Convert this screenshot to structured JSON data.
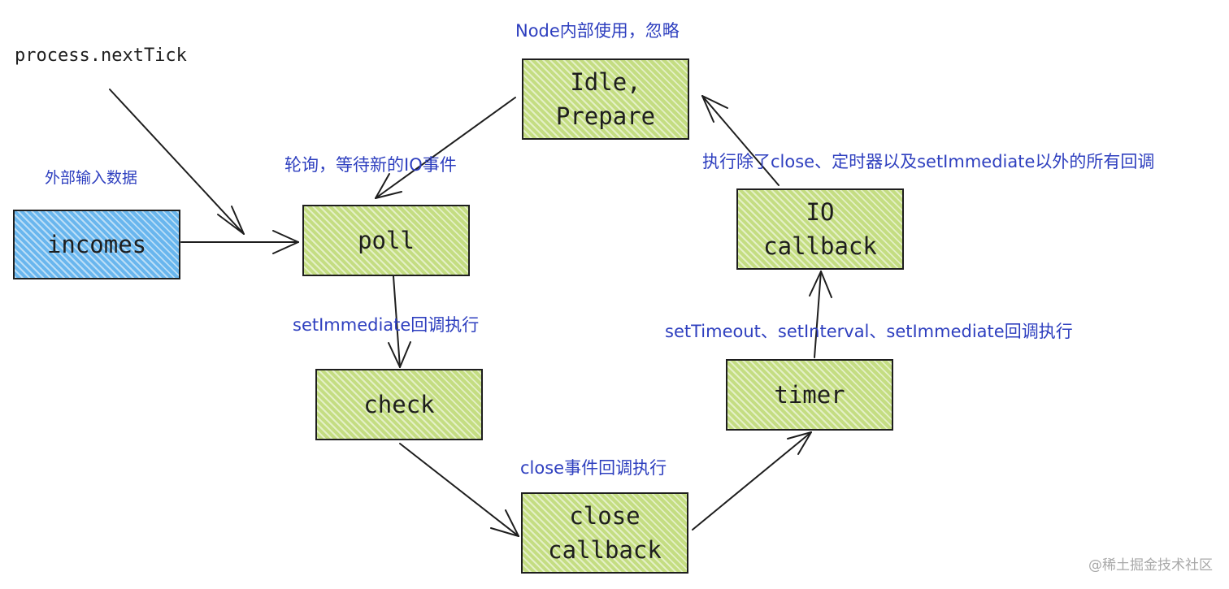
{
  "boxes": {
    "idle": {
      "lines": [
        "Idle,",
        "Prepare"
      ],
      "color": "#c4dd82"
    },
    "poll": {
      "label": "poll",
      "color": "#c4dd82"
    },
    "incomes": {
      "label": "incomes",
      "color": "#69b6ee"
    },
    "io": {
      "lines": [
        "IO",
        "callback"
      ],
      "color": "#c4dd82"
    },
    "check": {
      "label": "check",
      "color": "#c4dd82"
    },
    "timer": {
      "label": "timer",
      "color": "#c4dd82"
    },
    "close": {
      "lines": [
        "close",
        "callback"
      ],
      "color": "#c4dd82"
    }
  },
  "annotations": {
    "node_internal": "Node内部使用，忽略",
    "next_tick": "process.nextTick",
    "external_input": "外部输入数据",
    "poll_desc": "轮询，等待新的IO事件",
    "io_desc": "执行除了close、定时器以及setImmediate以外的所有回调",
    "set_immediate_desc": "setImmediate回调执行",
    "timer_desc": "setTimeout、setInterval、setImmediate回调执行",
    "close_desc": "close事件回调执行"
  },
  "watermark": "@稀土掘金技术社区",
  "colors": {
    "annotation": "#2e3fbf",
    "stroke": "#1e1e1e"
  }
}
